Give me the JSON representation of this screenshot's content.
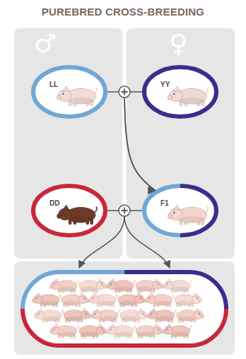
{
  "diagram": {
    "title": "PUREBRED CROSS-BREEDING",
    "nodes": [
      {
        "text": [
          "♂"
        ]
      },
      {
        "text": [
          "♀"
        ]
      },
      {
        "text": [
          "LL"
        ],
        "in": 0
      },
      {
        "text": [
          "YY"
        ],
        "in": 1
      },
      {
        "text": [
          "DD"
        ],
        "in": 0
      },
      {
        "text": [
          "F1"
        ],
        "in": 1
      }
    ],
    "edges": [
      {
        "from": 2,
        "to": 5,
        "arrow": "to"
      },
      {
        "from": 3,
        "to": 5,
        "arrow": "to"
      },
      {
        "from": 4,
        "to": 5,
        "arrow": "none"
      }
    ]
  }
}
